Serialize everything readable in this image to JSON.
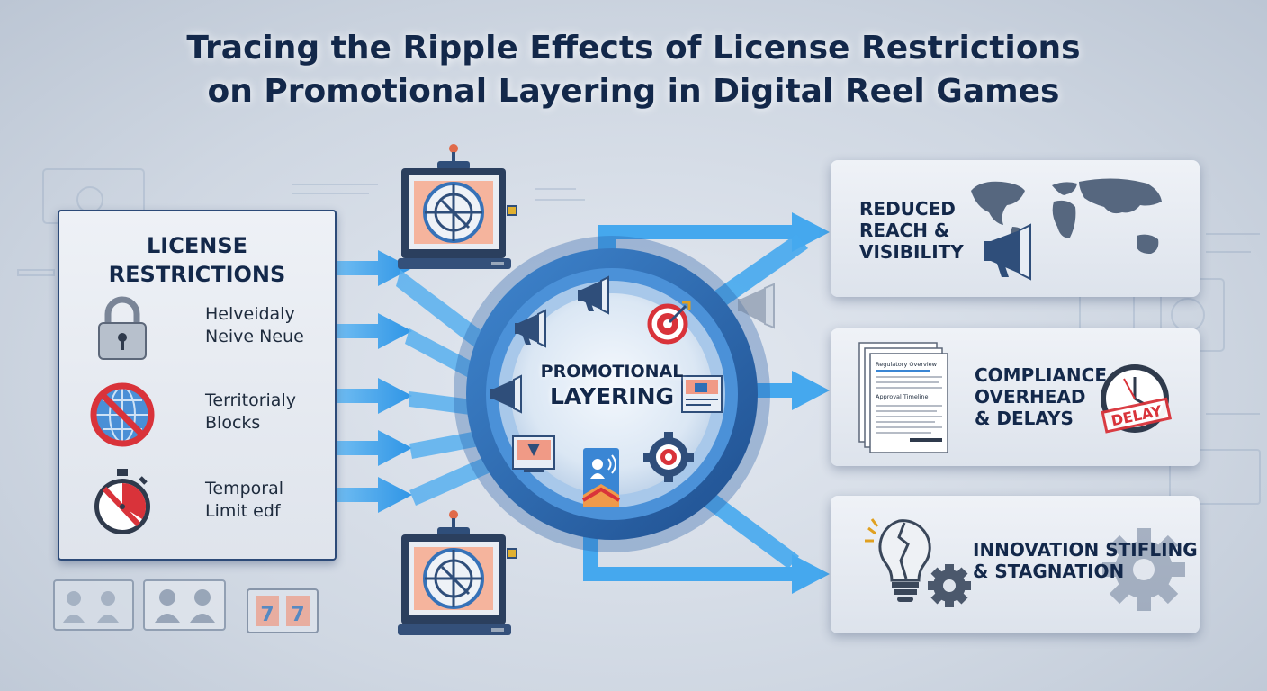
{
  "title": {
    "line1": "Tracing the Ripple Effects of License Restrictions",
    "line2": "on Promotional Layering in Digital Reel Games"
  },
  "license_panel": {
    "title_line1": "LICENSE",
    "title_line2": "RESTRICTIONS",
    "items": [
      {
        "line1": "Helveidaly",
        "line2": "Neive Neue",
        "icon": "padlock-icon"
      },
      {
        "line1": "Territorialy",
        "line2": "Blocks",
        "icon": "blocked-globe-icon"
      },
      {
        "line1": "Temporal",
        "line2": "Limit edf",
        "icon": "stopwatch-icon"
      }
    ]
  },
  "center": {
    "line1": "PROMOTIONAL",
    "line2": "LAYERING"
  },
  "outcomes": [
    {
      "line1": "REDUCED",
      "line2": "REACH &",
      "line3": "VISIBILITY",
      "icon": "world-map-megaphone-icon"
    },
    {
      "line1": "COMPLIANCE",
      "line2": "OVERHEAD",
      "line3": "& DELAYS",
      "icon": "documents-clock-icon",
      "doc_heading": "Regulatory Overview",
      "doc_subheading": "Approval Timeline",
      "stamp": "DELAY"
    },
    {
      "line1": "INNOVATION STIFLING",
      "line2": "& STAGNATION",
      "icon": "broken-lightbulb-gears-icon"
    }
  ],
  "colors": {
    "title": "#13284a",
    "arrow": "#45a8ee",
    "ring_outer": "#2d69b3",
    "ring_inner": "#5ba3e3",
    "panel_border": "#2c4a78",
    "accent_red": "#d9333a"
  }
}
